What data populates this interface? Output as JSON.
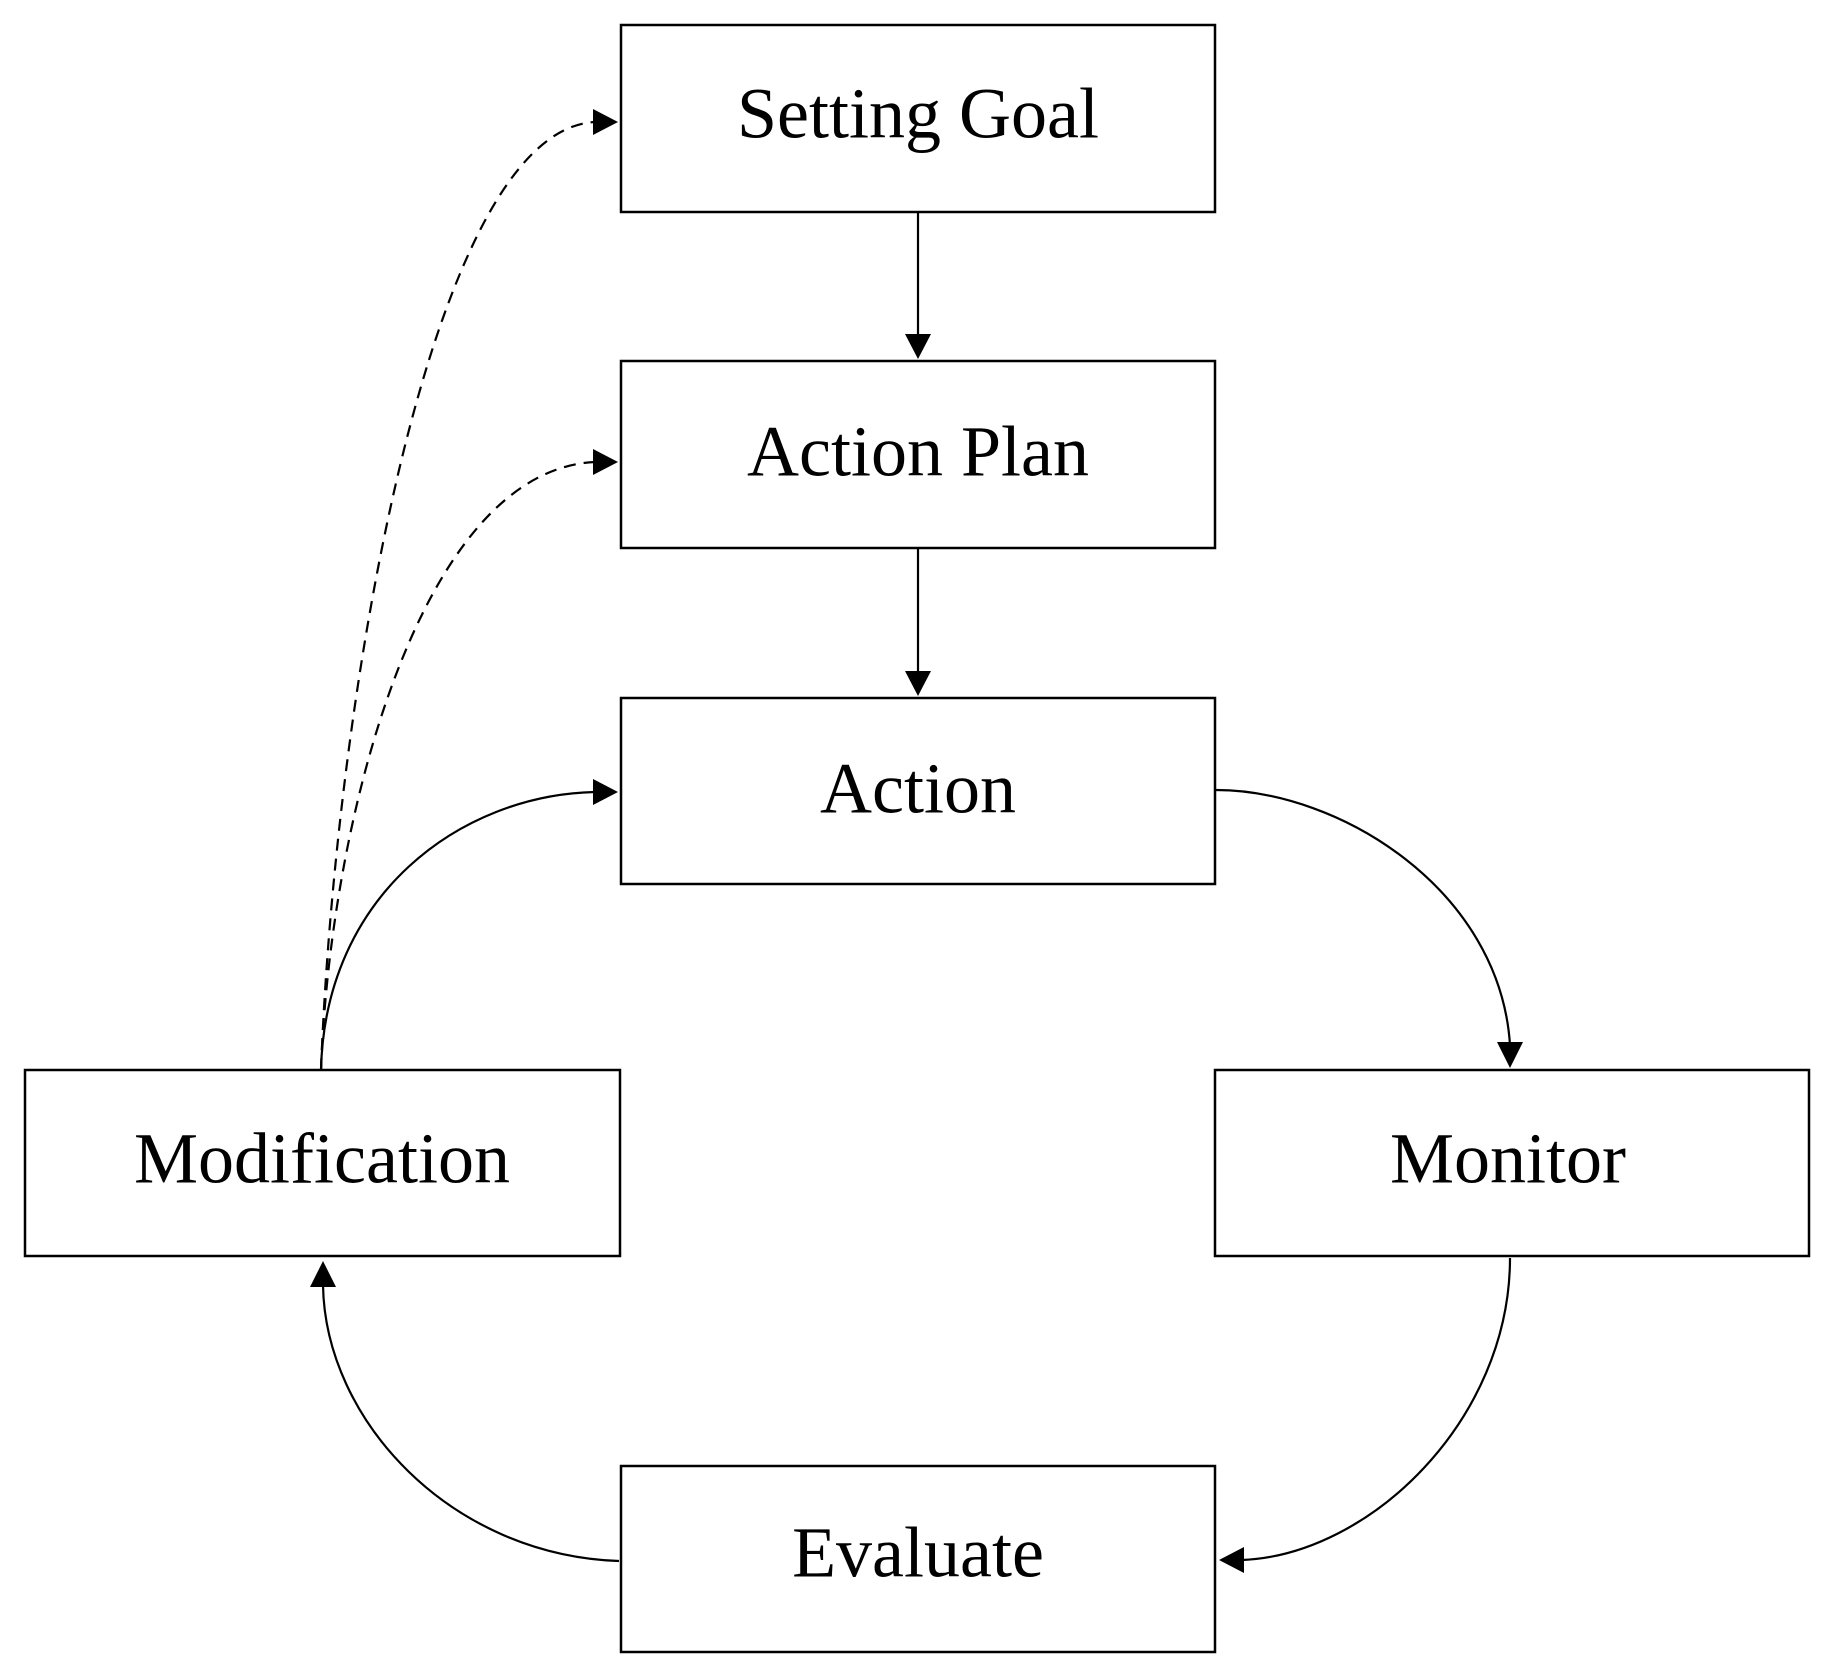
{
  "diagram": {
    "nodes": {
      "setting_goal": "Setting Goal",
      "action_plan": "Action Plan",
      "action": "Action",
      "monitor": "Monitor",
      "evaluate": "Evaluate",
      "modification": "Modification"
    },
    "edges": [
      {
        "from": "Setting Goal",
        "to": "Action Plan",
        "style": "solid"
      },
      {
        "from": "Action Plan",
        "to": "Action",
        "style": "solid"
      },
      {
        "from": "Action",
        "to": "Monitor",
        "style": "solid"
      },
      {
        "from": "Monitor",
        "to": "Evaluate",
        "style": "solid"
      },
      {
        "from": "Evaluate",
        "to": "Modification",
        "style": "solid"
      },
      {
        "from": "Modification",
        "to": "Action",
        "style": "solid"
      },
      {
        "from": "Modification",
        "to": "Action Plan",
        "style": "dashed"
      },
      {
        "from": "Modification",
        "to": "Setting Goal",
        "style": "dashed"
      }
    ],
    "colors": {
      "stroke": "#000000",
      "background": "#ffffff"
    }
  }
}
